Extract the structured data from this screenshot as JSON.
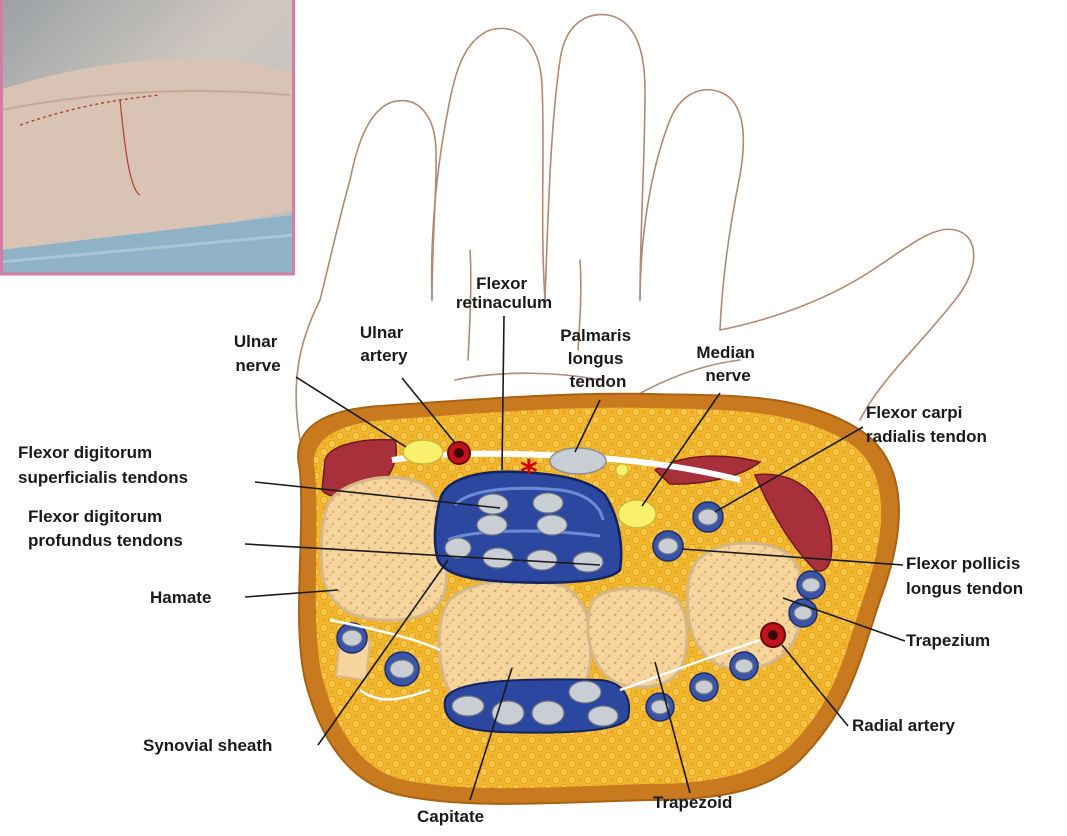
{
  "colors": {
    "fat": "#f2b72e",
    "fat_dots": "#e79e15",
    "bone": "#f8dcab",
    "bone_texture": "#dfb77d",
    "muscle": "#a8303a",
    "sheath": "#2b47a0",
    "tendon": "#c9cdd4",
    "nerve": "#f9f06c",
    "artery": "#c4121b",
    "asterisk": "#d00000",
    "label": "#1a1a1a",
    "hand_outline": "#b08a72",
    "photo_border": "#d67aa6"
  },
  "photo": {
    "name": "clinical-photo-wrist"
  },
  "marker": {
    "symbol": "*"
  },
  "labels": {
    "flexor_retinaculum": [
      "Flexor",
      "retinaculum"
    ],
    "ulnar_nerve": [
      "Ulnar",
      "nerve"
    ],
    "ulnar_artery": [
      "Ulnar",
      "artery"
    ],
    "palmaris_longus": [
      "Palmaris",
      "longus",
      "tendon"
    ],
    "median_nerve": [
      "Median",
      "nerve"
    ],
    "flexor_carpi_radialis": [
      "Flexor carpi",
      "radialis tendon"
    ],
    "fds_tendons": [
      "Flexor digitorum",
      "superficialis tendons"
    ],
    "fdp_tendons": [
      "Flexor digitorum",
      "profundus tendons"
    ],
    "flexor_pollicis_longus": [
      "Flexor pollicis",
      "longus tendon"
    ],
    "hamate": "Hamate",
    "trapezium": "Trapezium",
    "radial_artery": "Radial artery",
    "synovial_sheath": "Synovial sheath",
    "capitate": "Capitate",
    "trapezoid": "Trapezoid"
  }
}
